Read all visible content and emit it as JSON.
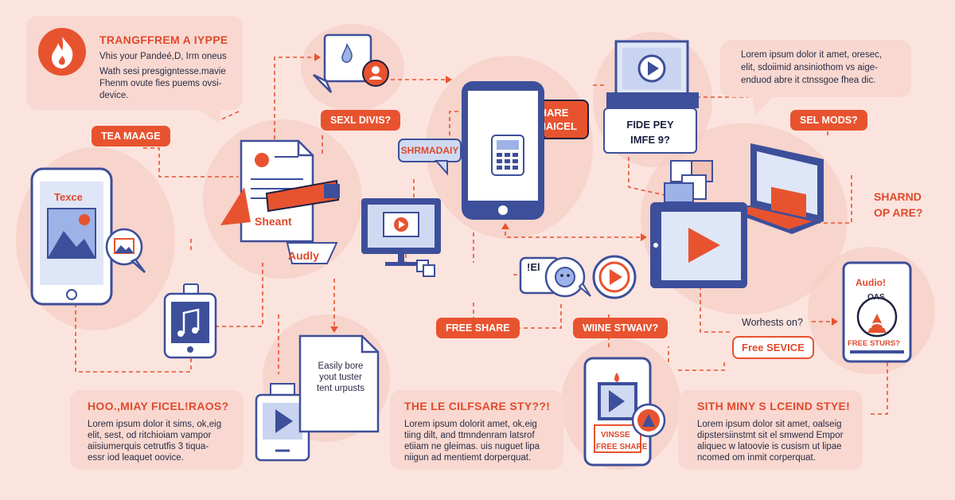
{
  "panel_top_left": {
    "title": "TRANGFFREM A IYPPE",
    "lines": [
      "Vhis your Pandeé,D, Irm oneus",
      "Wath sesi presgigntesse.mavie",
      "Fhenm ovute fies puems ovsi-",
      "device."
    ]
  },
  "panel_top_right": {
    "lines": [
      "Lorem ipsum dolor it amet, oresec,",
      "elit, sdoiimid ansiniothom vs aige-",
      "enduod abre it ctnssgoe fhea dic."
    ]
  },
  "panel_bottom_left": {
    "title": "HOO.,MIAY FICEL!RAOS?",
    "lines": [
      "Lorem ipsum dolor it sims, ok,eig",
      "elit, sest, od ritchioiam vampor",
      "aiisiumerquis cetrutfis 3 tiqua-",
      "essr iod leaquet oovice."
    ]
  },
  "panel_bottom_mid": {
    "title": "THE LE CILFSARE STY??!",
    "lines": [
      "Lorem ipsum dolorit amet, ok,eig",
      "tiing dilt, and ttmndenram latsrof",
      "etiiam ne gleimas. uis nuguet lipa",
      "niigun ad mentiemt dorperquat."
    ]
  },
  "panel_bottom_right": {
    "title": "SITH MINY S LCEIND STYE!",
    "lines": [
      "Lorem ipsum dolor sit amet, oalseig",
      "dipstersiinstmt sit el smwend Empor",
      "aliquec w latoovie is cusism ut lipae",
      "ncomed om inmit corperquat."
    ]
  },
  "labels": {
    "tea_image": "TEA MAAGE",
    "sexl_divis": "SEXL DIVIS?",
    "hare_chaicel_1": "HARE",
    "hare_chaicel_2": "CHAICEL",
    "shrmadaiy": "SHRMADAIY",
    "fide_pey_1": "FIDE PEY",
    "fide_pey_2": "IMFE 9?",
    "sel_mods": "SEL MODS?",
    "sharnd_1": "SHARND",
    "sharnd_2": "OP ARE?",
    "texce": "Texce",
    "sheant": "Sheant",
    "audly": "Audly",
    "free_share": "FREE SHARE",
    "wiine_stwaiv": "WIINE STWAIV?",
    "worhests_on": "Worhests on?",
    "free_sevice": "Free SEVICE",
    "audio": "Audio!",
    "oas": "OAS",
    "free_sturs": "FREE STURS?",
    "easily_1": "Easily bore",
    "easily_2": "yout tuster",
    "easily_3": "tent urpusts",
    "vinsse": "VINSSE",
    "free_share_phone": "FREE SHARE",
    "el_badge": "!El"
  },
  "colors": {
    "accent": "#e8532f",
    "navy": "#3d4f9a",
    "background": "#fbe4de",
    "panel": "#f8d8d0",
    "screen": "#dfe6f7"
  }
}
